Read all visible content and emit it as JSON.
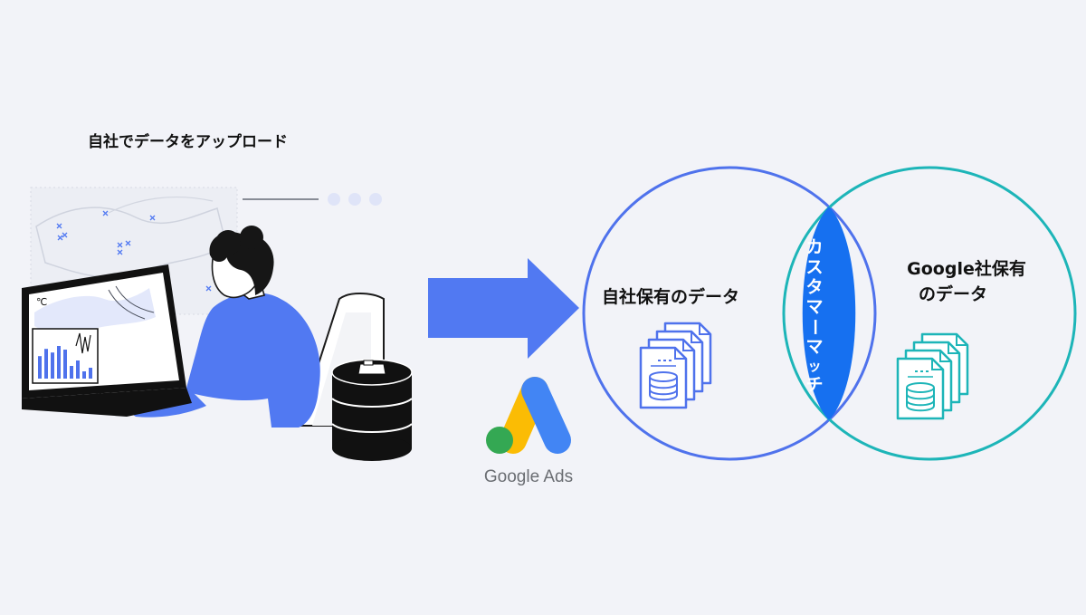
{
  "left_caption": "自社でデータをアップロード",
  "monitor": {
    "unit_label": "℃",
    "bar_values": [
      0.62,
      0.82,
      0.72,
      0.9,
      0.8,
      0.35,
      0.5,
      0.2,
      0.3
    ]
  },
  "google_ads": {
    "label": "Google Ads",
    "icon": "google-ads-logo",
    "colors": {
      "yellow": "#fbbc04",
      "blue": "#4285f4",
      "green": "#34a853"
    }
  },
  "venn": {
    "left_label": "自社保有のデータ",
    "right_label_line1": "Google社保有",
    "right_label_line2": "のデータ",
    "center_label_chars": [
      "カ",
      "ス",
      "タ",
      "マ",
      "ー",
      "マ",
      "ッ",
      "チ"
    ]
  },
  "colors": {
    "background": "#f2f3f8",
    "accent_blue": "#4f72ec",
    "arrow_blue": "#5179f2",
    "teal": "#1db5b8",
    "center_blue": "#1670f0"
  }
}
